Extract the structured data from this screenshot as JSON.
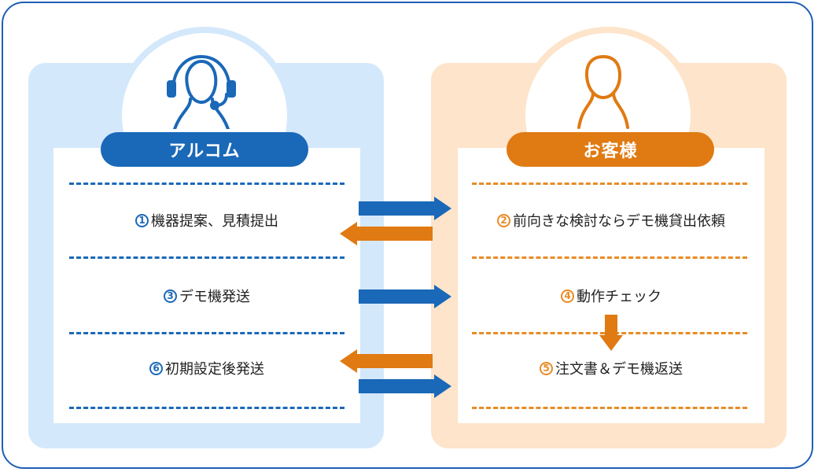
{
  "left_panel": {
    "title": "アルコム",
    "icon": "headset-operator-icon",
    "color": "#1a68b8",
    "steps": [
      {
        "num": "1",
        "text": "機器提案、見積提出"
      },
      {
        "num": "3",
        "text": "デモ機発送"
      },
      {
        "num": "6",
        "text": "初期設定後発送"
      }
    ]
  },
  "right_panel": {
    "title": "お客様",
    "icon": "customer-person-icon",
    "color": "#e07a12",
    "steps": [
      {
        "num": "2",
        "text": "前向きな検討ならデモ機貸出依頼"
      },
      {
        "num": "4",
        "text": "動作チェック"
      },
      {
        "num": "5",
        "text": "注文書＆デモ機返送"
      }
    ]
  },
  "colors": {
    "frame": "#1f5fb5",
    "left_bg": "#d4e8fb",
    "right_bg": "#fde4ca",
    "arrow_blue": "#1a68b8",
    "arrow_orange": "#e07a12"
  }
}
